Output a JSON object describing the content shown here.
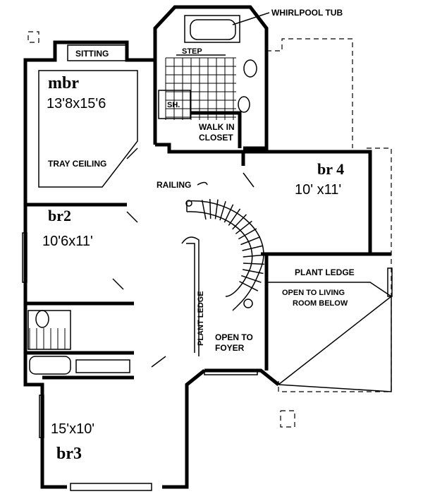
{
  "labels": {
    "whirlpool_tub": "WHIRLPOOL TUB",
    "sitting": "SITTING",
    "step": "STEP",
    "shower": "SH.",
    "walk_in_closet_line1": "WALK IN",
    "walk_in_closet_line2": "CLOSET",
    "mbr_name": "mbr",
    "mbr_dims": "13'8x15'6",
    "tray_ceiling": "TRAY CEILING",
    "railing": "RAILING",
    "br4_name": "br 4",
    "br4_dims": "10' x11'",
    "br2_name": "br2",
    "br2_dims": "10'6x11'",
    "plant_ledge_right": "PLANT LEDGE",
    "open_to_living_line1": "OPEN TO LIVING",
    "open_to_living_line2": "ROOM BELOW",
    "plant_ledge_vertical": "PLANT LEDGE",
    "open_to_foyer_line1": "OPEN TO",
    "open_to_foyer_line2": "FOYER",
    "br3_dims": "15'x10'",
    "br3_name": "br3"
  }
}
